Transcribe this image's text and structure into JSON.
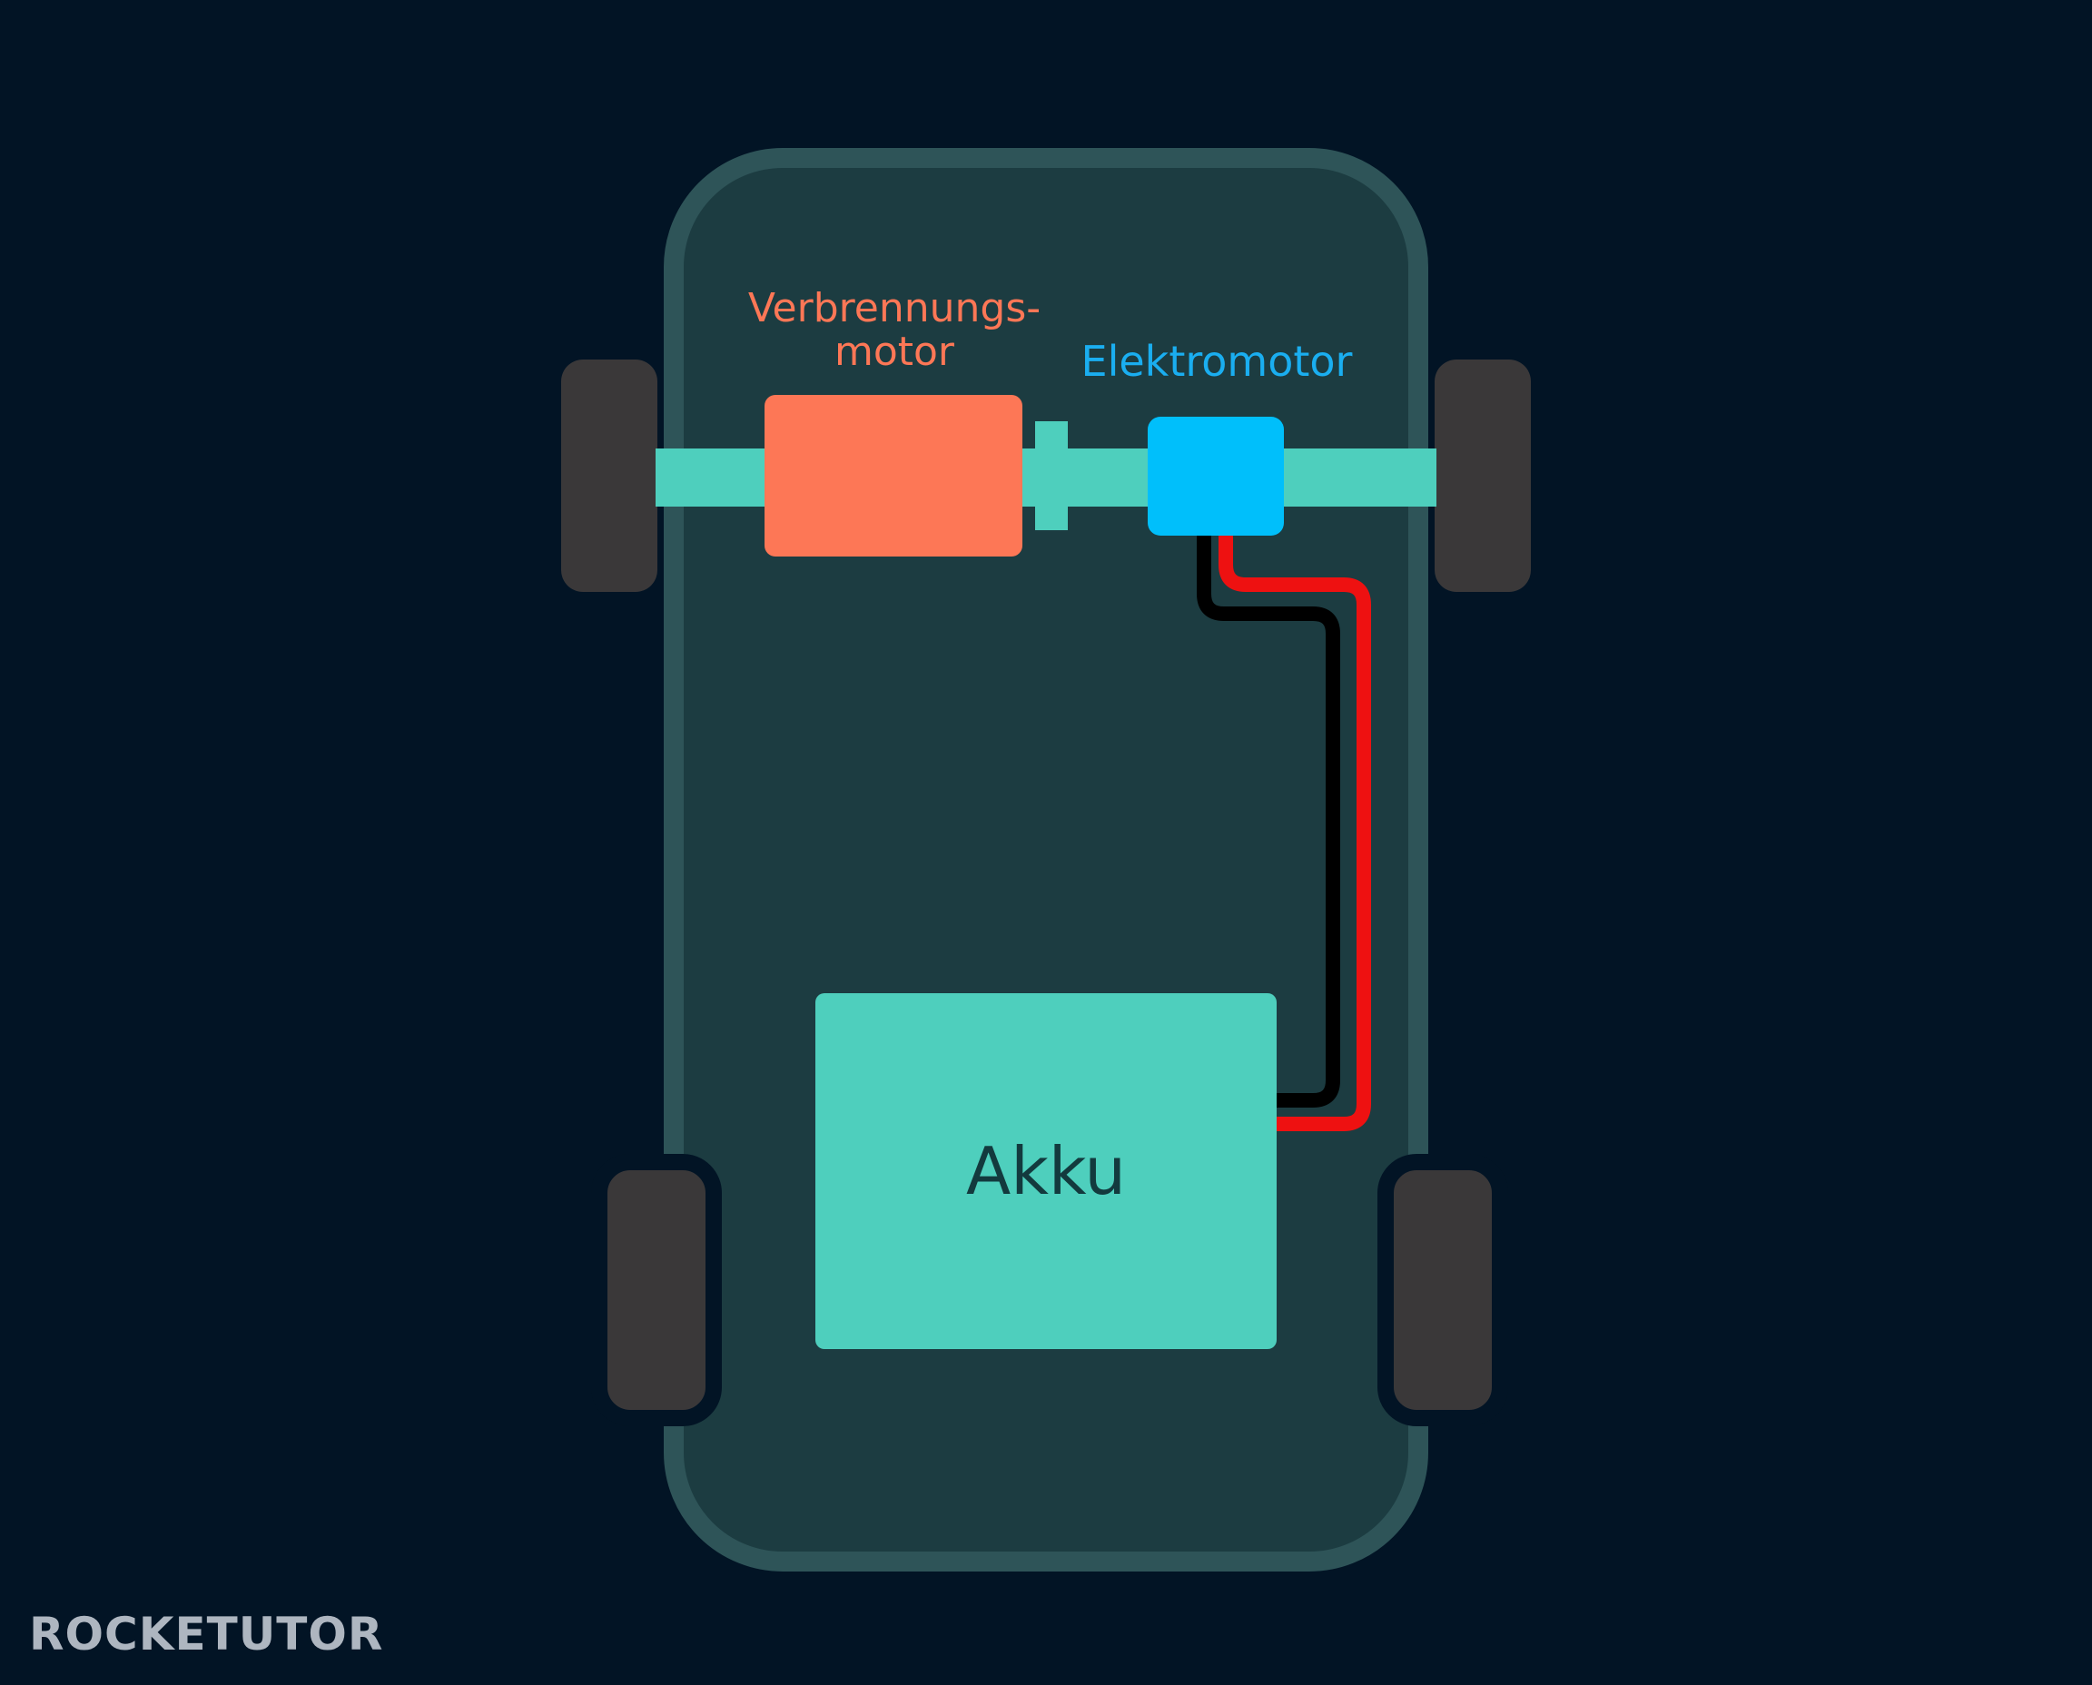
{
  "labels": {
    "combustion_engine_line1": "Verbrennungs-",
    "combustion_engine_line2": "motor",
    "electric_motor": "Elektromotor",
    "battery": "Akku"
  },
  "logo": {
    "text": "ROCKETUTOR"
  },
  "colors": {
    "background": "#021425",
    "car_body": "#1c3c41",
    "car_outline": "#2e5458",
    "wheel": "#3a3839",
    "axle": "#4ecfbd",
    "combustion_engine": "#fd7756",
    "electric_motor": "#00bffb",
    "battery": "#4ecfbd",
    "battery_text": "#133a3e",
    "cable_positive": "#ee1111",
    "cable_negative": "#000000",
    "logo_text": "#aeb6c0",
    "logo_accent": "#2fa8e0"
  }
}
